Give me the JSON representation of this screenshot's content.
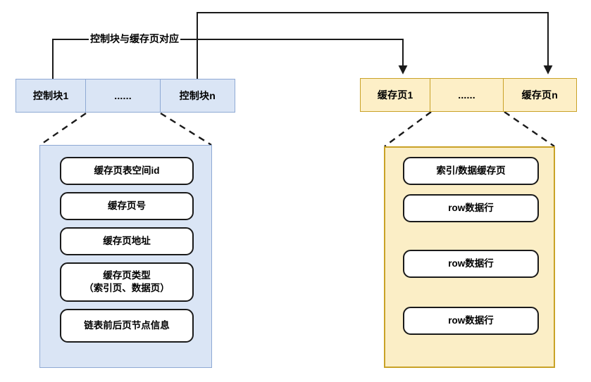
{
  "diagram": {
    "title_label": "控制块与缓存页对应",
    "control_strip": {
      "name": "control-block-strip",
      "cells": [
        {
          "label": "控制块1"
        },
        {
          "label": "......"
        },
        {
          "label": "控制块n"
        }
      ]
    },
    "cache_strip": {
      "name": "cache-page-strip",
      "cells": [
        {
          "label": "缓存页1"
        },
        {
          "label": "......"
        },
        {
          "label": "缓存页n"
        }
      ]
    },
    "control_block_detail": {
      "items": [
        {
          "label": "缓存页表空间id"
        },
        {
          "label": "缓存页号"
        },
        {
          "label": "缓存页地址"
        },
        {
          "label": "缓存页类型",
          "label2": "（索引页、数据页）"
        },
        {
          "label": "链表前后页节点信息"
        }
      ]
    },
    "cache_page_detail": {
      "items": [
        {
          "label": "索引/数据缓存页"
        },
        {
          "label": "row数据行"
        },
        {
          "label": "row数据行"
        },
        {
          "label": "row数据行"
        }
      ]
    },
    "colors": {
      "blue_fill": "#dae5f5",
      "blue_border": "#8ea9d4",
      "yellow_fill": "#fdefc7",
      "yellow_border": "#c9a227",
      "line": "#1a1a1a",
      "box_fill": "#ffffff"
    }
  }
}
